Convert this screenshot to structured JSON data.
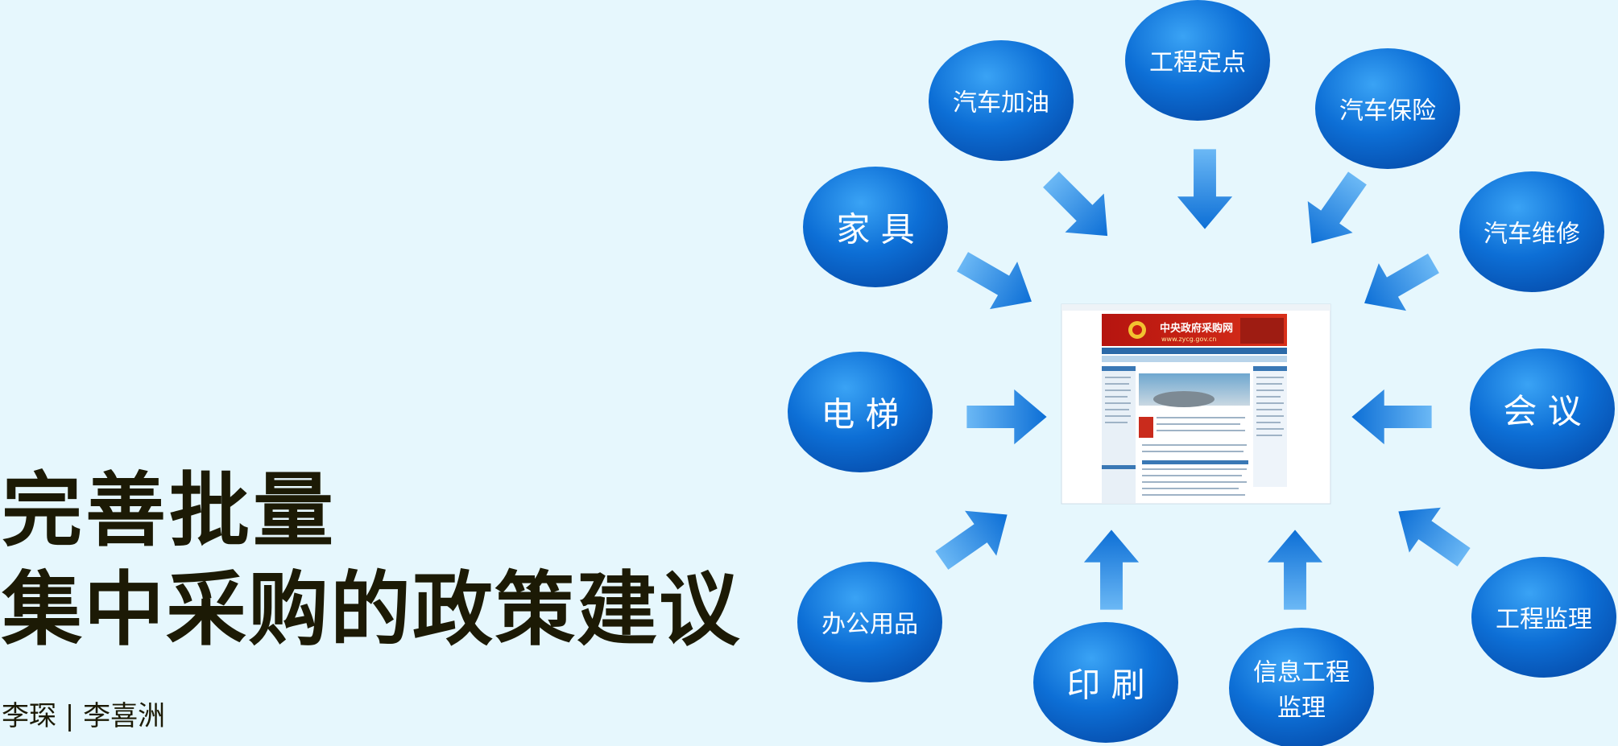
{
  "title": {
    "line1": "完善批量",
    "line2": "集中采购的政策建议"
  },
  "authors": "李琛 | 李喜洲",
  "center_screenshot": {
    "site_name": "中央政府采购网",
    "site_url": "www.zycg.gov.cn"
  },
  "nodes": [
    {
      "id": "gongcheng-dingdian",
      "lines": [
        "工程定点"
      ]
    },
    {
      "id": "qiche-jiayou",
      "lines": [
        "汽车加油"
      ]
    },
    {
      "id": "qiche-baoxian",
      "lines": [
        "汽车保险"
      ]
    },
    {
      "id": "jiaju",
      "lines": [
        "家 具"
      ]
    },
    {
      "id": "qiche-weixiu",
      "lines": [
        "汽车维修"
      ]
    },
    {
      "id": "dianti",
      "lines": [
        "电 梯"
      ]
    },
    {
      "id": "huiyi",
      "lines": [
        "会 议"
      ]
    },
    {
      "id": "bangong-yongpin",
      "lines": [
        "办公用品"
      ]
    },
    {
      "id": "gongcheng-jianli",
      "lines": [
        "工程监理"
      ]
    },
    {
      "id": "yinshua",
      "lines": [
        "印 刷"
      ]
    },
    {
      "id": "xinxi-gongcheng-jianli",
      "lines": [
        "信息工程",
        "监理"
      ]
    }
  ],
  "colors": {
    "background": "#e6f7fd",
    "node_fill": "#0d6fd6",
    "arrow_fill": "#1d7be0",
    "title_text": "#1c1a05"
  }
}
